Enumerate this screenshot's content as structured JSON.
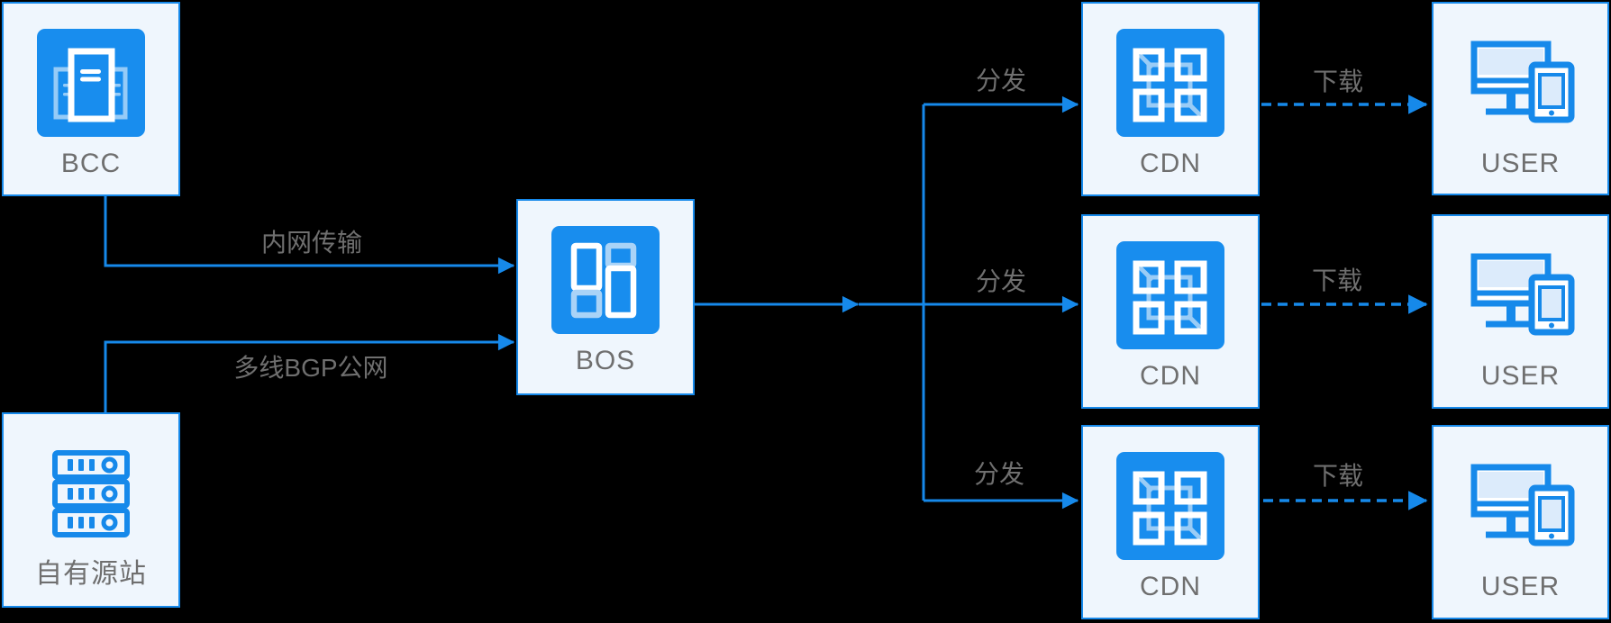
{
  "colors": {
    "background": "#000000",
    "line_blue": "#1689EA",
    "icon_blue": "#188DEE",
    "node_fill": "#EFF6FD",
    "node_border": "#1689EA",
    "label_gray": "#6F6F6F",
    "icon_light_blue": "#A9D3F7",
    "screen_light_blue": "#DCEBFB"
  },
  "nodes": [
    {
      "id": "bcc",
      "label": "BCC",
      "icon": "bcc-compute-icon"
    },
    {
      "id": "origin",
      "label": "自有源站",
      "icon": "server-rack-icon"
    },
    {
      "id": "bos",
      "label": "BOS",
      "icon": "object-storage-icon"
    },
    {
      "id": "cdn-top",
      "label": "CDN",
      "icon": "cdn-node-icon"
    },
    {
      "id": "cdn-middle",
      "label": "CDN",
      "icon": "cdn-node-icon"
    },
    {
      "id": "cdn-bottom",
      "label": "CDN",
      "icon": "cdn-node-icon"
    },
    {
      "id": "user-top",
      "label": "USER",
      "icon": "devices-icon"
    },
    {
      "id": "user-middle",
      "label": "USER",
      "icon": "devices-icon"
    },
    {
      "id": "user-bottom",
      "label": "USER",
      "icon": "devices-icon"
    }
  ],
  "edges": [
    {
      "from": "bcc",
      "to": "bos",
      "label": "内网传输",
      "style": "solid"
    },
    {
      "from": "origin",
      "to": "bos",
      "label": "多线BGP公网",
      "style": "solid"
    },
    {
      "from": "bos",
      "to": "cdn-top",
      "label": "分发",
      "style": "solid"
    },
    {
      "from": "bos",
      "to": "cdn-middle",
      "label": "分发",
      "style": "solid"
    },
    {
      "from": "bos",
      "to": "cdn-bottom",
      "label": "分发",
      "style": "solid"
    },
    {
      "from": "cdn-top",
      "to": "user-top",
      "label": "下载",
      "style": "dashed"
    },
    {
      "from": "cdn-middle",
      "to": "user-middle",
      "label": "下载",
      "style": "dashed"
    },
    {
      "from": "cdn-bottom",
      "to": "user-bottom",
      "label": "下载",
      "style": "dashed"
    }
  ]
}
